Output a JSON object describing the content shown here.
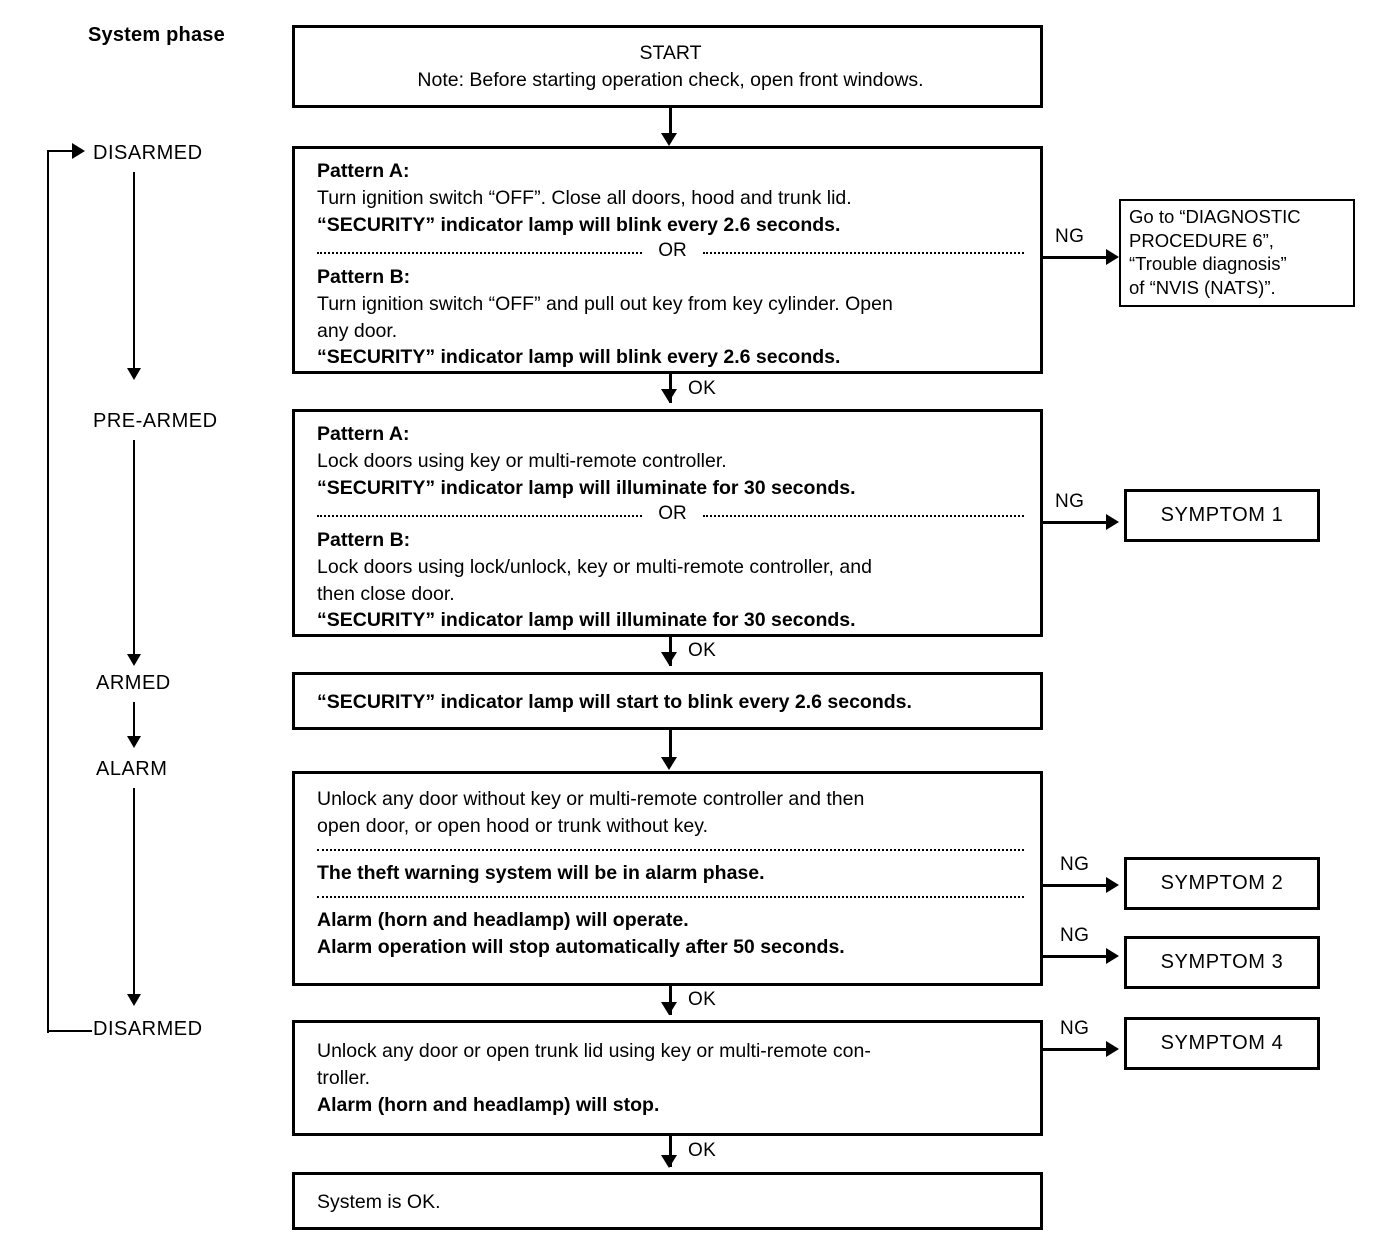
{
  "diagram": {
    "sidebar_title": "System phase",
    "phases": [
      {
        "label": "DISARMED"
      },
      {
        "label": "PRE-ARMED"
      },
      {
        "label": "ARMED"
      },
      {
        "label": "ALARM"
      },
      {
        "label": "DISARMED"
      }
    ],
    "edge_labels": {
      "ok": "OK",
      "ng": "NG",
      "or": "OR"
    },
    "steps": {
      "start": {
        "title": "START",
        "note": "Note: Before starting operation check, open front windows."
      },
      "disarmed_check": {
        "pattern_a_heading": "Pattern A:",
        "pattern_a_line1": "Turn ignition switch “OFF”. Close all doors, hood and trunk lid.",
        "pattern_a_line2": "“SECURITY” indicator lamp will blink every 2.6 seconds.",
        "separator": "OR",
        "pattern_b_heading": "Pattern B:",
        "pattern_b_line1": "Turn ignition switch “OFF” and pull out key from key cylinder. Open",
        "pattern_b_line2": "any door.",
        "pattern_b_line3": "“SECURITY” indicator lamp will blink every 2.6 seconds."
      },
      "prearmed_check": {
        "pattern_a_heading": "Pattern A:",
        "pattern_a_line1": "Lock doors using key or multi-remote controller.",
        "pattern_a_line2": "“SECURITY” indicator lamp will illuminate for 30 seconds.",
        "separator": "OR",
        "pattern_b_heading": "Pattern B:",
        "pattern_b_line1": "Lock doors using lock/unlock, key or multi-remote controller, and",
        "pattern_b_line2": "then close door.",
        "pattern_b_line3": "“SECURITY” indicator lamp will illuminate for 30 seconds."
      },
      "armed_check": {
        "line1": "“SECURITY” indicator lamp will start to blink every 2.6 seconds."
      },
      "alarm_check": {
        "line1": "Unlock any door without key or multi-remote controller and then",
        "line2": "open door, or open hood or trunk without key.",
        "line3": "The theft warning system will be in alarm phase.",
        "line4": "Alarm (horn and headlamp) will operate.",
        "line5": "Alarm operation will stop automatically after 50 seconds."
      },
      "disarm_check": {
        "line1": "Unlock any door or open trunk lid using key or multi-remote con-",
        "line2": "troller.",
        "line3": "Alarm (horn and headlamp) will stop."
      },
      "system_ok": {
        "line1": "System is OK."
      }
    },
    "outcomes": {
      "nvis_ref": {
        "line1": "Go to “DIAGNOSTIC",
        "line2": "PROCEDURE 6”,",
        "line3": "“Trouble diagnosis”",
        "line4": "of “NVIS (NATS)”."
      },
      "symptom1": "SYMPTOM 1",
      "symptom2": "SYMPTOM 2",
      "symptom3": "SYMPTOM 3",
      "symptom4": "SYMPTOM 4"
    }
  },
  "colors": {
    "ink": "#000000",
    "paper": "#ffffff"
  }
}
